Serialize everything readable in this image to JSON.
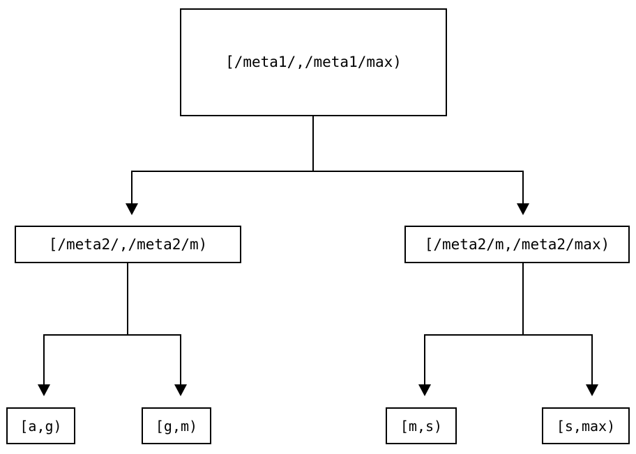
{
  "diagram": {
    "type": "tree",
    "title": "",
    "background_color": "#ffffff",
    "line_color": "#000000",
    "text_color": "#000000",
    "nodes": {
      "root": {
        "label": "[/meta1/,/meta1/max)"
      },
      "mid_left": {
        "label": "[/meta2/,/meta2/m)"
      },
      "mid_right": {
        "label": "[/meta2/m,/meta2/max)"
      },
      "leaf_ag": {
        "label": "[a,g)"
      },
      "leaf_gm": {
        "label": "[g,m)"
      },
      "leaf_ms": {
        "label": "[m,s)"
      },
      "leaf_smax": {
        "label": "[s,max)"
      }
    },
    "edges": [
      {
        "from": "root",
        "to": "mid_left",
        "arrow": "down"
      },
      {
        "from": "root",
        "to": "mid_right",
        "arrow": "down"
      },
      {
        "from": "mid_left",
        "to": "leaf_ag",
        "arrow": "down"
      },
      {
        "from": "mid_left",
        "to": "leaf_gm",
        "arrow": "down"
      },
      {
        "from": "mid_right",
        "to": "leaf_ms",
        "arrow": "down"
      },
      {
        "from": "mid_right",
        "to": "leaf_smax",
        "arrow": "down"
      }
    ]
  }
}
